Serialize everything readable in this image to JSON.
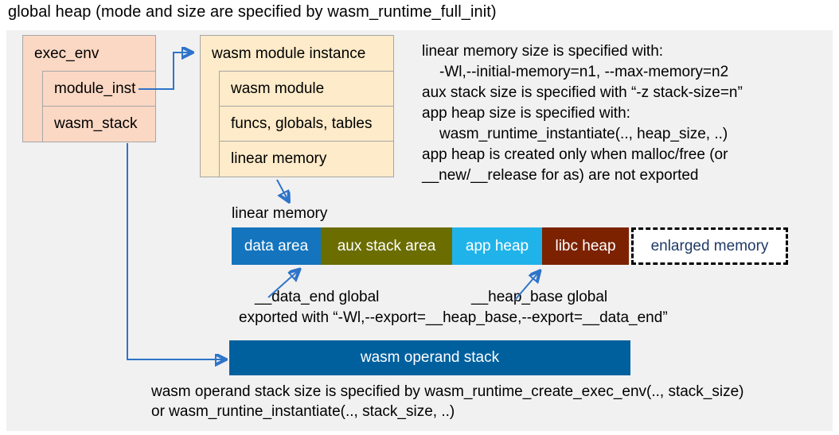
{
  "title": "global heap (mode and size are specified by wasm_runtime_full_init)",
  "exec_env": {
    "header": "exec_env",
    "rows": [
      "module_inst",
      "wasm_stack"
    ]
  },
  "module_instance": {
    "header": "wasm module instance",
    "rows": [
      "wasm module",
      "funcs, globals, tables",
      "linear memory"
    ]
  },
  "notes_right": {
    "lines": [
      "linear memory size is specified with:",
      "-Wl,--initial-memory=n1, --max-memory=n2",
      "aux stack size is specified with “-z stack-size=n”",
      "app heap size is specified with:",
      "wasm_runtime_instantiate(.., heap_size, ..)",
      "app heap is created only when malloc/free (or",
      "__new/__release for as) are not exported"
    ]
  },
  "memory_bar": {
    "label": "linear memory",
    "segments": [
      {
        "label": "data area",
        "color": "#1474bd"
      },
      {
        "label": "aux stack area",
        "color": "#6b6d00"
      },
      {
        "label": "app heap",
        "color": "#20b3ea"
      },
      {
        "label": "libc heap",
        "color": "#7c2200"
      },
      {
        "label": "enlarged memory",
        "color": "#ffffff",
        "text_color": "#1f3a67",
        "border_style": "dashed"
      }
    ]
  },
  "globals": {
    "data_end_label": "__data_end global",
    "heap_base_label": "__heap_base global",
    "exported_line": "exported with “-Wl,--export=__heap_base,--export=__data_end”"
  },
  "operand_stack": {
    "label": "wasm operand stack",
    "note_line1": "wasm operand stack size is specified by wasm_runtime_create_exec_env(.., stack_size)",
    "note_line2": "or wasm_runtine_instantiate(.., stack_size, ..)"
  },
  "colors": {
    "canvas_background": "#f1f1f1",
    "exec_env_box": "#fbd8c4",
    "module_instance_box": "#fdebc9",
    "box_border": "#a6a6a6",
    "arrow_blue": "#2e74c9",
    "operand_stack_bar": "#00609e",
    "enlarged_memory_text": "#1f3a67"
  }
}
